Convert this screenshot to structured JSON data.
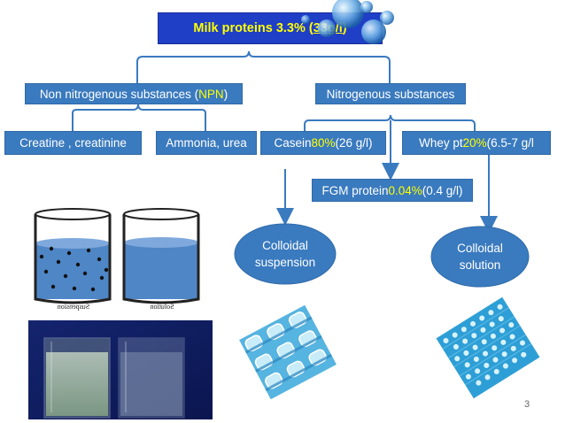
{
  "title": {
    "prefix": "Milk proteins 3.3% (",
    "underlined": "33g/l",
    "suffix": ")"
  },
  "boxes": {
    "npn": {
      "label": "Non nitrogenous substances (",
      "highlight": "NPN",
      "suffix": ")"
    },
    "nitrogenous": {
      "label": "Nitrogenous substances"
    },
    "creatine": {
      "label": "Creatine , creatinine"
    },
    "ammonia": {
      "label": "Ammonia, urea"
    },
    "casein": {
      "label": "Casein ",
      "highlight": "80%",
      "suffix": " (26 g/l)"
    },
    "whey": {
      "label": "Whey pt ",
      "highlight": "20%",
      "suffix": "(6.5-7 g/l"
    },
    "fgm": {
      "label": "FGM protein ",
      "highlight": "0.04%",
      "suffix": "(0.4 g/l)"
    }
  },
  "ovals": {
    "suspension": {
      "line1": "Colloidal",
      "line2": "suspension"
    },
    "solution": {
      "line1": "Colloidal",
      "line2": "solution"
    }
  },
  "beakers": {
    "left_label": "Suspension",
    "right_label": "Solution"
  },
  "page_number": "3",
  "colors": {
    "box": "#3a7abf",
    "title_box": "#1f3fc6",
    "highlight": "#ffff00",
    "line": "#3a7abf",
    "oval": "#3a7abf"
  }
}
